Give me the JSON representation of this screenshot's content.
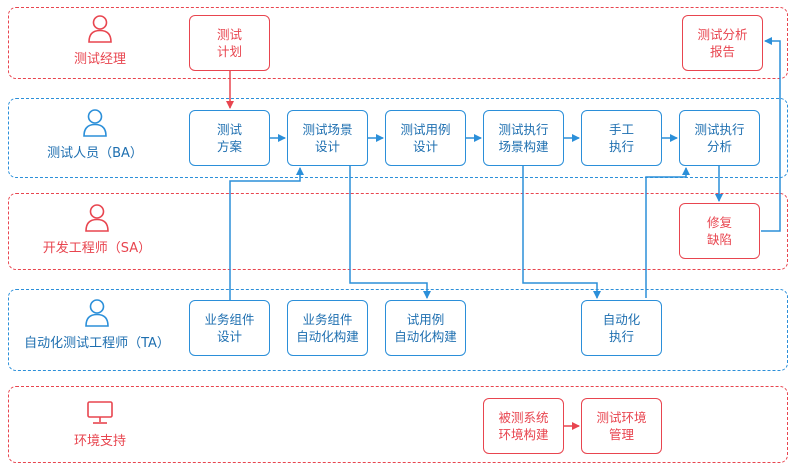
{
  "lanes": {
    "manager": "测试经理",
    "ba": "测试人员（BA）",
    "sa": "开发工程师（SA）",
    "ta": "自动化测试工程师（TA）",
    "env": "环境支持"
  },
  "boxes": {
    "test_plan": [
      "测试",
      "计划"
    ],
    "test_report": [
      "测试分析",
      "报告"
    ],
    "test_scheme": [
      "测试",
      "方案"
    ],
    "scenario_design": [
      "测试场景",
      "设计"
    ],
    "case_design": [
      "测试用例",
      "设计"
    ],
    "exec_scenario_build": [
      "测试执行",
      "场景构建"
    ],
    "manual_exec": [
      "手工",
      "执行"
    ],
    "exec_analysis": [
      "测试执行",
      "分析"
    ],
    "fix_defect": [
      "修复",
      "缺陷"
    ],
    "biz_component_design": [
      "业务组件",
      "设计"
    ],
    "biz_component_auto_build": [
      "业务组件",
      "自动化构建"
    ],
    "case_auto_build": [
      "试用例",
      "自动化构建"
    ],
    "auto_exec": [
      "自动化",
      "执行"
    ],
    "sut_env_build": [
      "被测系统",
      "环境构建"
    ],
    "test_env_mgmt": [
      "测试环境",
      "管理"
    ]
  },
  "colors": {
    "red": "#e8454f",
    "blue": "#2b8fd9"
  },
  "icons": {
    "person": "person-icon",
    "monitor": "monitor-icon"
  }
}
